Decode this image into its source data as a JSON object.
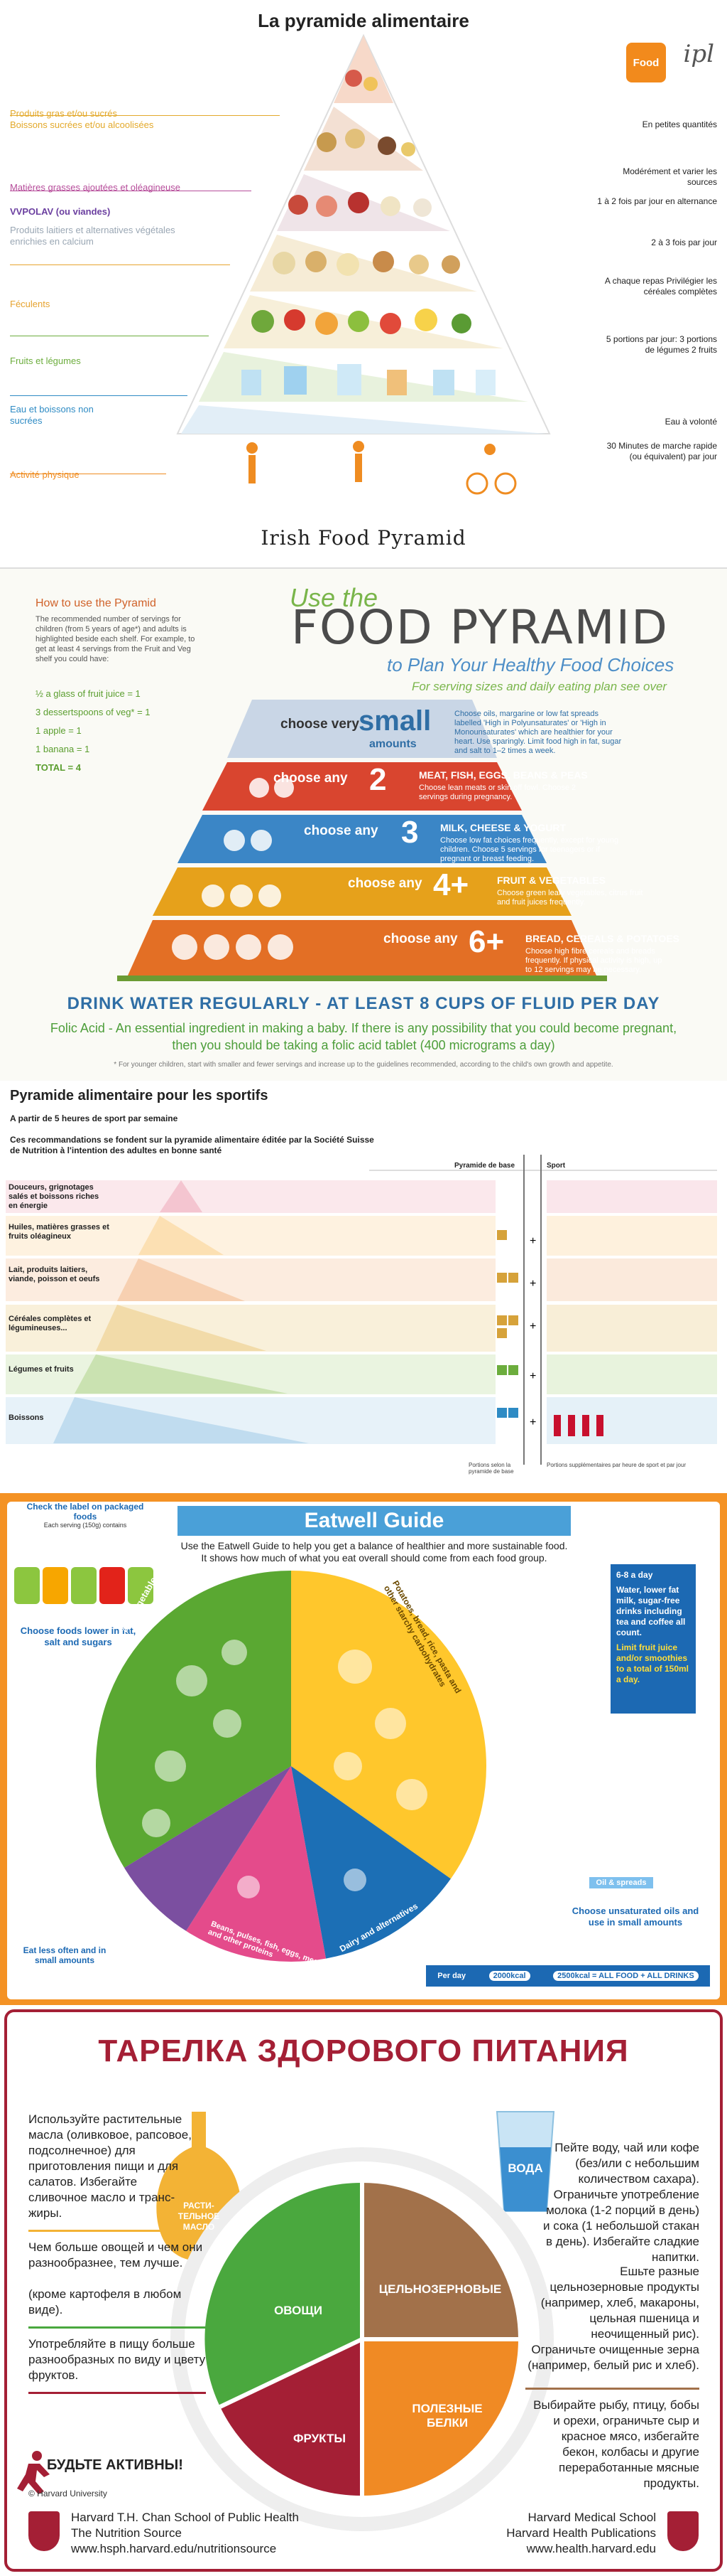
{
  "p1": {
    "title": "La pyramide alimentaire",
    "logo_fs": "Food",
    "logo_ipl": "ipl",
    "left_labels": [
      {
        "text": "Produits gras et/ou sucrés",
        "color": "#e3a92b"
      },
      {
        "text": "Boissons sucrées et/ou alcoolisées",
        "color": "#e3a92b"
      },
      {
        "text": "Matières grasses ajoutées et oléagineuse",
        "color": "#b64c9a"
      },
      {
        "text": "VVPOLAV (ou viandes)",
        "color": "#6b3fa0"
      },
      {
        "text": "Produits laitiers et alternatives végétales enrichies en calcium",
        "color": "#9aa7b4"
      },
      {
        "text": "Féculents",
        "color": "#e6a32f"
      },
      {
        "text": "Fruits et légumes",
        "color": "#6cad3d"
      },
      {
        "text": "Eau et boissons non sucrées",
        "color": "#2e8bc4"
      },
      {
        "text": "Activité physique",
        "color": "#ef8c21"
      }
    ],
    "right_labels": [
      "En petites quantités",
      "Modérément et varier les sources",
      "1 à 2 fois par jour en alternance",
      "2 à 3 fois par jour",
      "A chaque repas Privilégier les céréales complètes",
      "5 portions par jour: 3 portions de légumes 2 fruits",
      "Eau à volonté",
      "30 Minutes de marche rapide (ou équivalent) par jour"
    ]
  },
  "p2": {
    "panel_title": "Irish Food Pyramid",
    "howto_title": "How to use the Pyramid",
    "howto_text": "The recommended number of servings for children (from 5 years of age*) and adults is highlighted beside each shelf. For example, to get at least 4 servings from the Fruit and Veg shelf you could have:",
    "fractions": [
      "½ a glass of fruit juice = 1",
      "3 dessertspoons of veg* = 1",
      "1 apple = 1",
      "1 banana = 1",
      "TOTAL = 4"
    ],
    "use_the": "Use the",
    "big_title": "FOOD PYRAMID",
    "subtitle": "to Plan Your Healthy Food Choices",
    "subsub": "For serving sizes and daily eating plan see over",
    "tiers": [
      {
        "choose": "choose very",
        "amount": "small",
        "amount2": "amounts",
        "head": "Choose oils, margarine or low fat spreads labelled 'High in Polyunsaturates' or 'High in Monounsaturates' which are healthier for your heart. Use sparingly. Limit food high in fat, sugar and salt to 1–2 times a week."
      },
      {
        "choose": "choose any",
        "amount": "2",
        "head": "MEAT, FISH, EGGS, BEANS & PEAS",
        "desc": "Choose lean meats or skin off fowl. Choose 2 servings during pregnancy."
      },
      {
        "choose": "choose any",
        "amount": "3",
        "head": "MILK, CHEESE & YOGURT",
        "desc": "Choose low fat choices frequently, except for young children. Choose 5 servings for teenagers or if pregnant or breast feeding."
      },
      {
        "choose": "choose any",
        "amount": "4+",
        "head": "FRUIT & VEGETABLES",
        "desc": "Choose green leafy vegetables, citrus fruit and fruit juices frequently."
      },
      {
        "choose": "choose any",
        "amount": "6+",
        "head": "BREAD, CEREALS & POTATOES",
        "desc": "Choose high fibre cereals and breads frequently. If physical activity is high, up to 12 servings may be necessary."
      }
    ],
    "drink": "DRINK WATER REGULARLY - AT LEAST 8 CUPS OF FLUID PER DAY",
    "folic_1": "Folic Acid - An essential ingredient in making a baby. If there is any possibility that you could become pregnant,",
    "folic_2": "then you should be taking a folic acid tablet (400 micrograms a day)",
    "foot": "* For younger children, start with smaller and fewer servings and increase up to the guidelines recommended, according to the child's own growth and appetite."
  },
  "p3": {
    "title": "Pyramide alimentaire pour les sportifs",
    "sub_a": "A partir de 5 heures de sport par semaine",
    "sub_b": "Ces recommandations se fondent sur la pyramide alimentaire éditée par la Société Suisse de Nutrition à l'intention des adultes en bonne santé",
    "col_base": "Pyramide de base",
    "col_sport": "Sport",
    "rows": [
      {
        "label": "Douceurs, grignotages salés et boissons riches en énergie",
        "color": "#f7d6dd"
      },
      {
        "label": "Huiles, matières grasses et fruits oléagineux",
        "color": "#fde8c6"
      },
      {
        "label": "Lait, produits laitiers, viande, poisson et oeufs",
        "color": "#f9dcc4"
      },
      {
        "label": "Céréales complètes et légumineuses...",
        "color": "#f4e3bc"
      },
      {
        "label": "Légumes et fruits",
        "color": "#d8ebc6"
      },
      {
        "label": "Boissons",
        "color": "#d3e7f4"
      }
    ],
    "footer": "Portions selon la pyramide de base",
    "footer_b": "Portions supplémentaires par heure de sport et par jour"
  },
  "p4": {
    "title": "Eatwell Guide",
    "sub": "Use the Eatwell Guide to help you get a balance of healthier and more sustainable food. It shows how much of what you eat overall should come from each food group.",
    "check": "Check the label on packaged foods",
    "check_small": "Each serving (150g) contains",
    "choose_label": "Choose foods lower in fat, salt and sugars",
    "segments": [
      "Fruit and vegetables",
      "Potatoes, bread, rice, pasta and other starchy carbohydrates",
      "Dairy and alternatives",
      "Beans, pulses, fish, eggs, meat and other proteins",
      "Oil & spreads"
    ],
    "water": "6-8 a day",
    "water_text": "Water, lower fat milk, sugar-free drinks including tea and coffee all count.",
    "water_text2": "Limit fruit juice and/or smoothies to a total of 150ml a day.",
    "eat_less": "Eat less often and in small amounts",
    "oils_lbl": "Choose unsaturated oils and use in small amounts",
    "per_day": "Per day",
    "kcal_w": "2000kcal",
    "kcal_m": "2500kcal = ALL FOOD + ALL DRINKS"
  },
  "p5": {
    "title": "ТАРЕЛКА ЗДОРОВОГО ПИТАНИЯ",
    "oil_text": "Используйте растительные масла (оливковое, рапсовое, подсолнечное) для приготовления пищи и для салатов. Избегайте сливочное масло и транс-жиры.",
    "veg_text": "Чем больше овощей и чем они разнообразнее, тем лучше.",
    "veg_note": "(кроме картофеля в любом виде).",
    "fruit_text": "Употребляйте в пищу больше разнообразных по виду и цвету фруктов.",
    "water_text": "Пейте воду, чай или кофе (без/или с небольшим количеством сахара). Ограничьте употребление молока (1-2 порций в день) и сока (1 небольшой стакан в день). Избегайте сладкие напитки.",
    "grain_text": "Ешьте разные цельнозерновые продукты (например, хлеб, макароны, цельная пшеница и неочищенный рис). Ограничьте очищенные зерна (например, белый рис и хлеб).",
    "protein_text": "Выбирайте рыбу, птицу, бобы и орехи, ограничьте сыр и красное мясо, избегайте бекон, колбасы и другие переработанные мясные продукты.",
    "oil_lbl": "РАСТИ-ТЕЛЬНОЕ МАСЛО",
    "water_lbl": "ВОДА",
    "veg_lbl": "ОВОЩИ",
    "grain_lbl": "ЦЕЛЬНОЗЕРНОВЫЕ",
    "fruit_lbl": "ФРУКТЫ",
    "protein_lbl": "ПОЛЕЗНЫЕ БЕЛКИ",
    "active": "БУДЬТЕ АКТИВНЫ!",
    "copyright": "© Harvard University",
    "foot_left_1": "Harvard T.H. Chan School of Public Health",
    "foot_left_2": "The Nutrition Source",
    "foot_left_3": "www.hsph.harvard.edu/nutritionsource",
    "foot_right_1": "Harvard Medical School",
    "foot_right_2": "Harvard Health Publications",
    "foot_right_3": "www.health.harvard.edu"
  }
}
